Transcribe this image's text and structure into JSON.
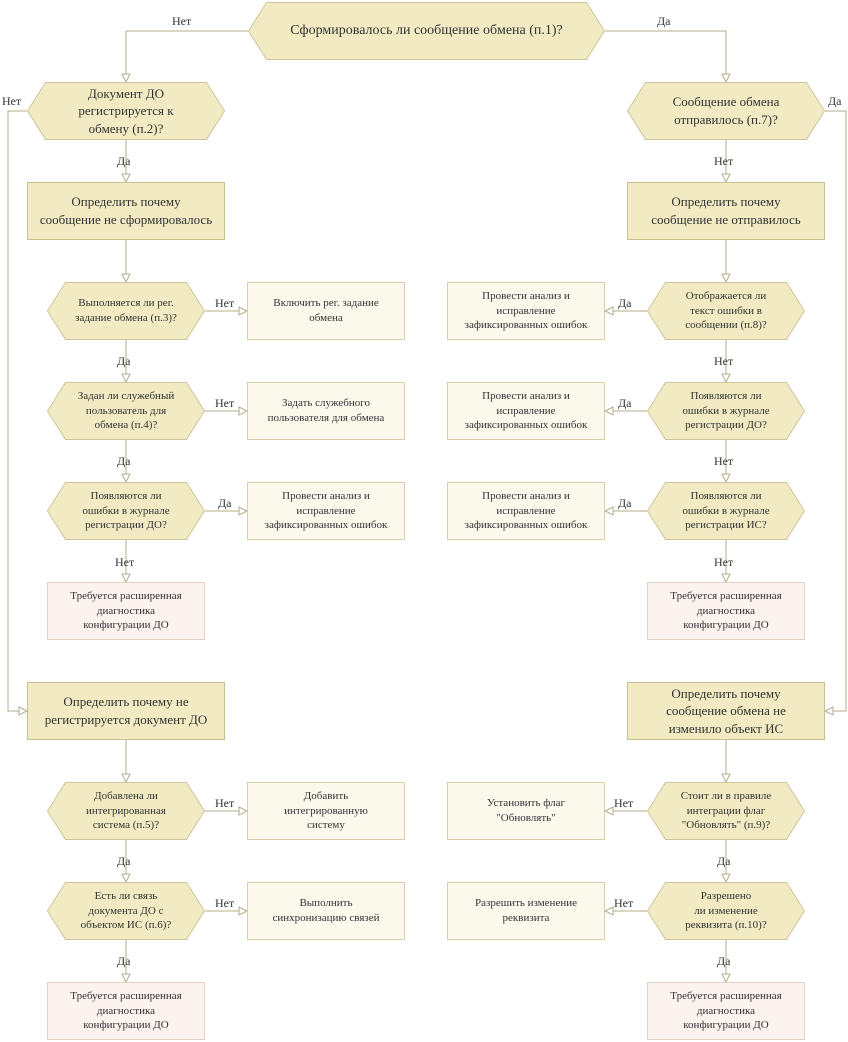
{
  "colors": {
    "hex_fill": "#f1eac3",
    "hex_stroke": "#cdc59a",
    "action_fill": "#f1eac3",
    "action_stroke": "#c9c08f",
    "light_fill": "#fbf9ec",
    "light_stroke": "#d6cfa8",
    "diag_fill": "#fdf3ee",
    "diag_stroke": "#e6d1c6",
    "line": "#b3ad8c"
  },
  "nodes": {
    "q1": "Сформировалось ли сообщение обмена (п.1)?",
    "q2": "Документ ДО\nрегистрируется к\nобмену (п.2)?",
    "q7": "Сообщение обмена\nотправилось (п.7)?",
    "a_left1": "Определить почему\nсообщение не сформировалось",
    "a_right1": "Определить почему\nсообщение не отправилось",
    "q3": "Выполняется ли рег.\nзадание обмена (п.3)?",
    "b_q3": "Включить рег. задание\nобмена",
    "q4": "Задан ли служебный\nпользователь для\nобмена (п.4)?",
    "b_q4": "Задать служебного\nпользователя для обмена",
    "q_dolog": "Появляются ли\nошибки в журнале\nрегистрации ДО?",
    "b_qdolog": "Провести анализ и\nисправление\nзафиксированных ошибок",
    "d_left1": "Требуется расширенная\nдиагностика\nконфигурации ДО",
    "q8": "Отображается ли\nтекст ошибки в\nсообщении (п.8)?",
    "b_q8": "Провести анализ и\nисправление\nзафиксированных ошибок",
    "q_rdolog": "Появляются ли\nошибки в журнале\nрегистрации ДО?",
    "b_qrdolog": "Провести анализ и\nисправление\nзафиксированных ошибок",
    "q_islog": "Появляются ли\nошибки в журнале\nрегистрации ИС?",
    "b_qislog": "Провести анализ и\nисправление\nзафиксированных ошибок",
    "d_right1": "Требуется расширенная\nдиагностика\nконфигурации ДО",
    "a_left2": "Определить почему не\nрегистрируется документ ДО",
    "a_right2": "Определить почему\nсообщение обмена не\nизменило объект ИС",
    "q5": "Добавлена ли\nинтегрированная\nсистема (п.5)?",
    "b_q5": "Добавить\nинтегрированную\nсистему",
    "q6": "Есть ли связь\nдокумента ДО с\nобъектом ИС (п.6)?",
    "b_q6": "Выполнить\nсинхронизацию связей",
    "d_left2": "Требуется расширенная\nдиагностика\nконфигурации ДО",
    "q9": "Стоит ли в правиле\nинтеграции флаг\n\"Обновлять\" (п.9)?",
    "b_q9": "Установить флаг\n\"Обновлять\"",
    "q10": "Разрешено\nли изменение\nреквизита (п.10)?",
    "b_q10": "Разрешить изменение\nреквизита",
    "d_right2": "Требуется расширенная\nдиагностика\nконфигурации ДО"
  },
  "labels": {
    "l_q1_no": "Нет",
    "l_q1_yes": "Да",
    "l_q2_no": "Нет",
    "l_q2_yes": "Да",
    "l_q7_yes": "Да",
    "l_q7_no": "Нет",
    "l_q3_no": "Нет",
    "l_q3_yes": "Да",
    "l_q4_no": "Нет",
    "l_q4_yes": "Да",
    "l_qdolog_yes": "Да",
    "l_qdolog_no": "Нет",
    "l_q8_yes": "Да",
    "l_q8_no": "Нет",
    "l_qrdolog_yes": "Да",
    "l_qrdolog_no": "Нет",
    "l_qislog_yes": "Да",
    "l_qislog_no": "Нет",
    "l_q5_no": "Нет",
    "l_q5_yes": "Да",
    "l_q6_no": "Нет",
    "l_q6_yes": "Да",
    "l_q9_no": "Нет",
    "l_q9_yes": "Да",
    "l_q10_no": "Нет",
    "l_q10_yes": "Да"
  }
}
